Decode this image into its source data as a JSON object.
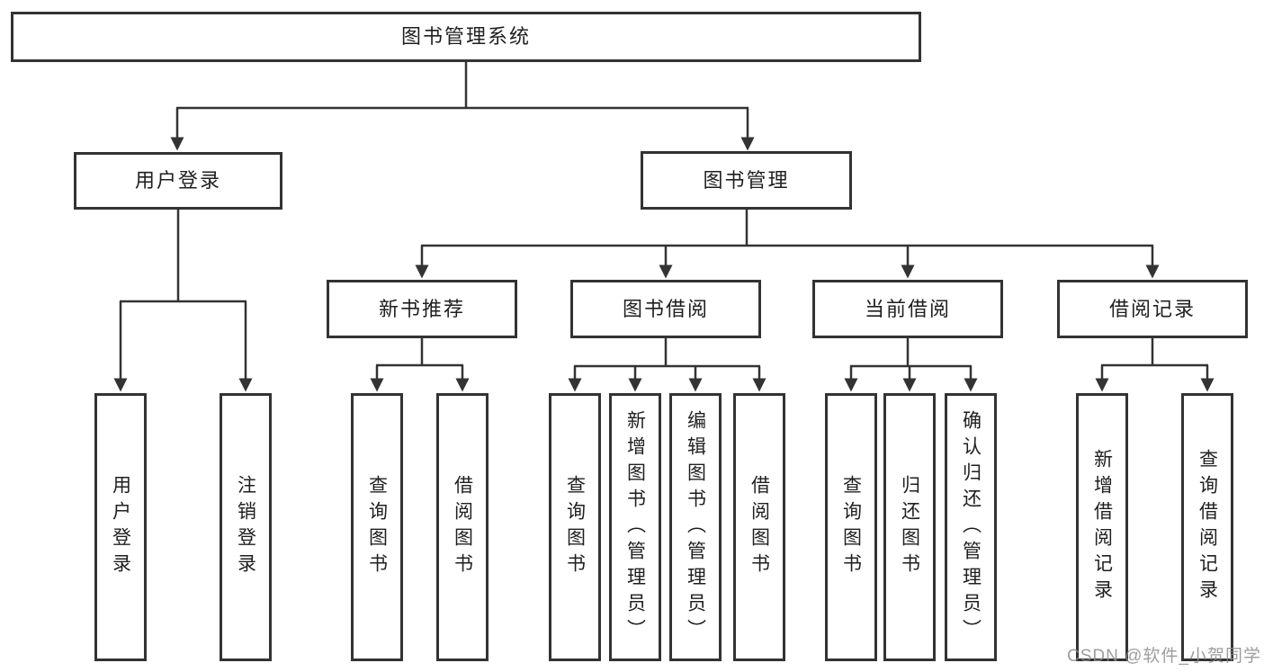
{
  "colors": {
    "line": "#333333",
    "text": "#1f1f1f",
    "watermark": "#8c8c8c",
    "background": "#ffffff"
  },
  "watermark": "CSDN @软件_小贺同学",
  "tree": {
    "label": "图书管理系统",
    "children": [
      {
        "label": "用户登录",
        "children": [
          {
            "label": "用户登录"
          },
          {
            "label": "注销登录"
          }
        ]
      },
      {
        "label": "图书管理",
        "children": [
          {
            "label": "新书推荐",
            "children": [
              {
                "label": "查询图书"
              },
              {
                "label": "借阅图书"
              }
            ]
          },
          {
            "label": "图书借阅",
            "children": [
              {
                "label": "查询图书"
              },
              {
                "label": "新增图书（管理员）"
              },
              {
                "label": "编辑图书（管理员）"
              },
              {
                "label": "借阅图书"
              }
            ]
          },
          {
            "label": "当前借阅",
            "children": [
              {
                "label": "查询图书"
              },
              {
                "label": "归还图书"
              },
              {
                "label": "确认归还（管理员）"
              }
            ]
          },
          {
            "label": "借阅记录",
            "children": [
              {
                "label": "新增借阅记录"
              },
              {
                "label": "查询借阅记录"
              }
            ]
          }
        ]
      }
    ]
  }
}
